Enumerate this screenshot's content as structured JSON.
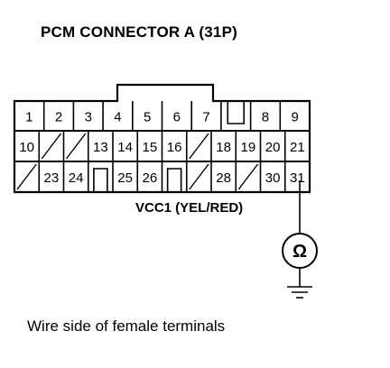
{
  "title": "PCM CONNECTOR A (31P)",
  "wire_label": "VCC1 (YEL/RED)",
  "caption": "Wire side of female terminals",
  "meter_symbol": "Ω",
  "connector": {
    "rows": [
      [
        {
          "t": "pin",
          "label": "1"
        },
        {
          "t": "pin",
          "label": "2"
        },
        {
          "t": "pin",
          "label": "3"
        },
        {
          "t": "pin",
          "label": "4"
        },
        {
          "t": "pin",
          "label": "5"
        },
        {
          "t": "pin",
          "label": "6"
        },
        {
          "t": "pin",
          "label": "7"
        },
        {
          "t": "key"
        },
        {
          "t": "pin",
          "label": "8"
        },
        {
          "t": "pin",
          "label": "9"
        }
      ],
      [
        {
          "t": "pin",
          "label": "10"
        },
        {
          "t": "blank"
        },
        {
          "t": "blank"
        },
        {
          "t": "pin",
          "label": "13"
        },
        {
          "t": "pin",
          "label": "14"
        },
        {
          "t": "pin",
          "label": "15"
        },
        {
          "t": "pin",
          "label": "16"
        },
        {
          "t": "blank"
        },
        {
          "t": "pin",
          "label": "18"
        },
        {
          "t": "pin",
          "label": "19"
        },
        {
          "t": "pin",
          "label": "20"
        },
        {
          "t": "pin",
          "label": "21"
        }
      ],
      [
        {
          "t": "blank"
        },
        {
          "t": "pin",
          "label": "23"
        },
        {
          "t": "pin",
          "label": "24"
        },
        {
          "t": "key"
        },
        {
          "t": "pin",
          "label": "25"
        },
        {
          "t": "pin",
          "label": "26"
        },
        {
          "t": "key"
        },
        {
          "t": "blank"
        },
        {
          "t": "pin",
          "label": "28"
        },
        {
          "t": "blank"
        },
        {
          "t": "pin",
          "label": "30"
        },
        {
          "t": "pin",
          "label": "31"
        }
      ]
    ],
    "probe_pin": "31"
  }
}
